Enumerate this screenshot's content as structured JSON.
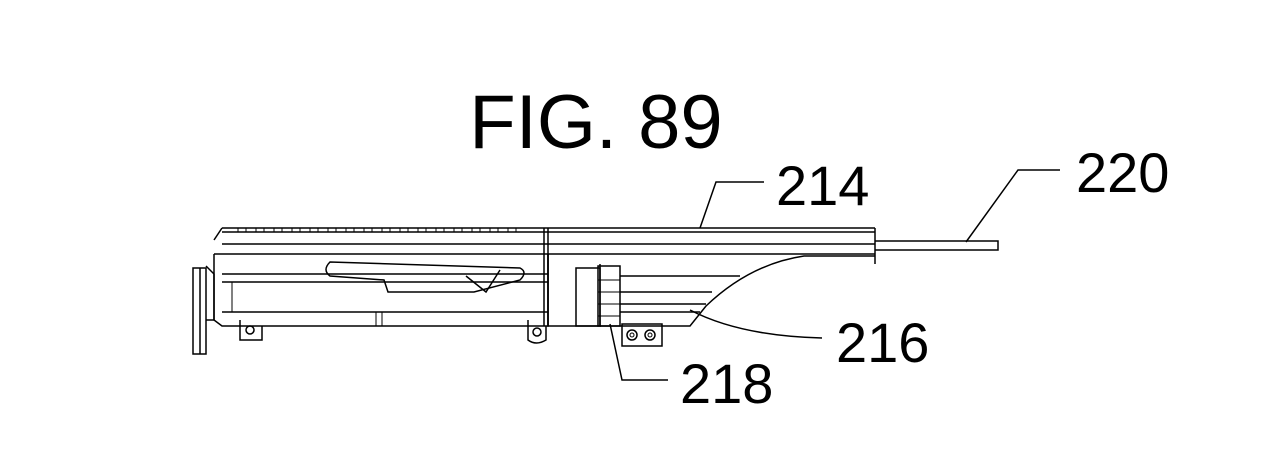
{
  "figure": {
    "title": "FIG. 89",
    "labels": {
      "l214": "214",
      "l216": "216",
      "l218": "218",
      "l220": "220"
    }
  }
}
